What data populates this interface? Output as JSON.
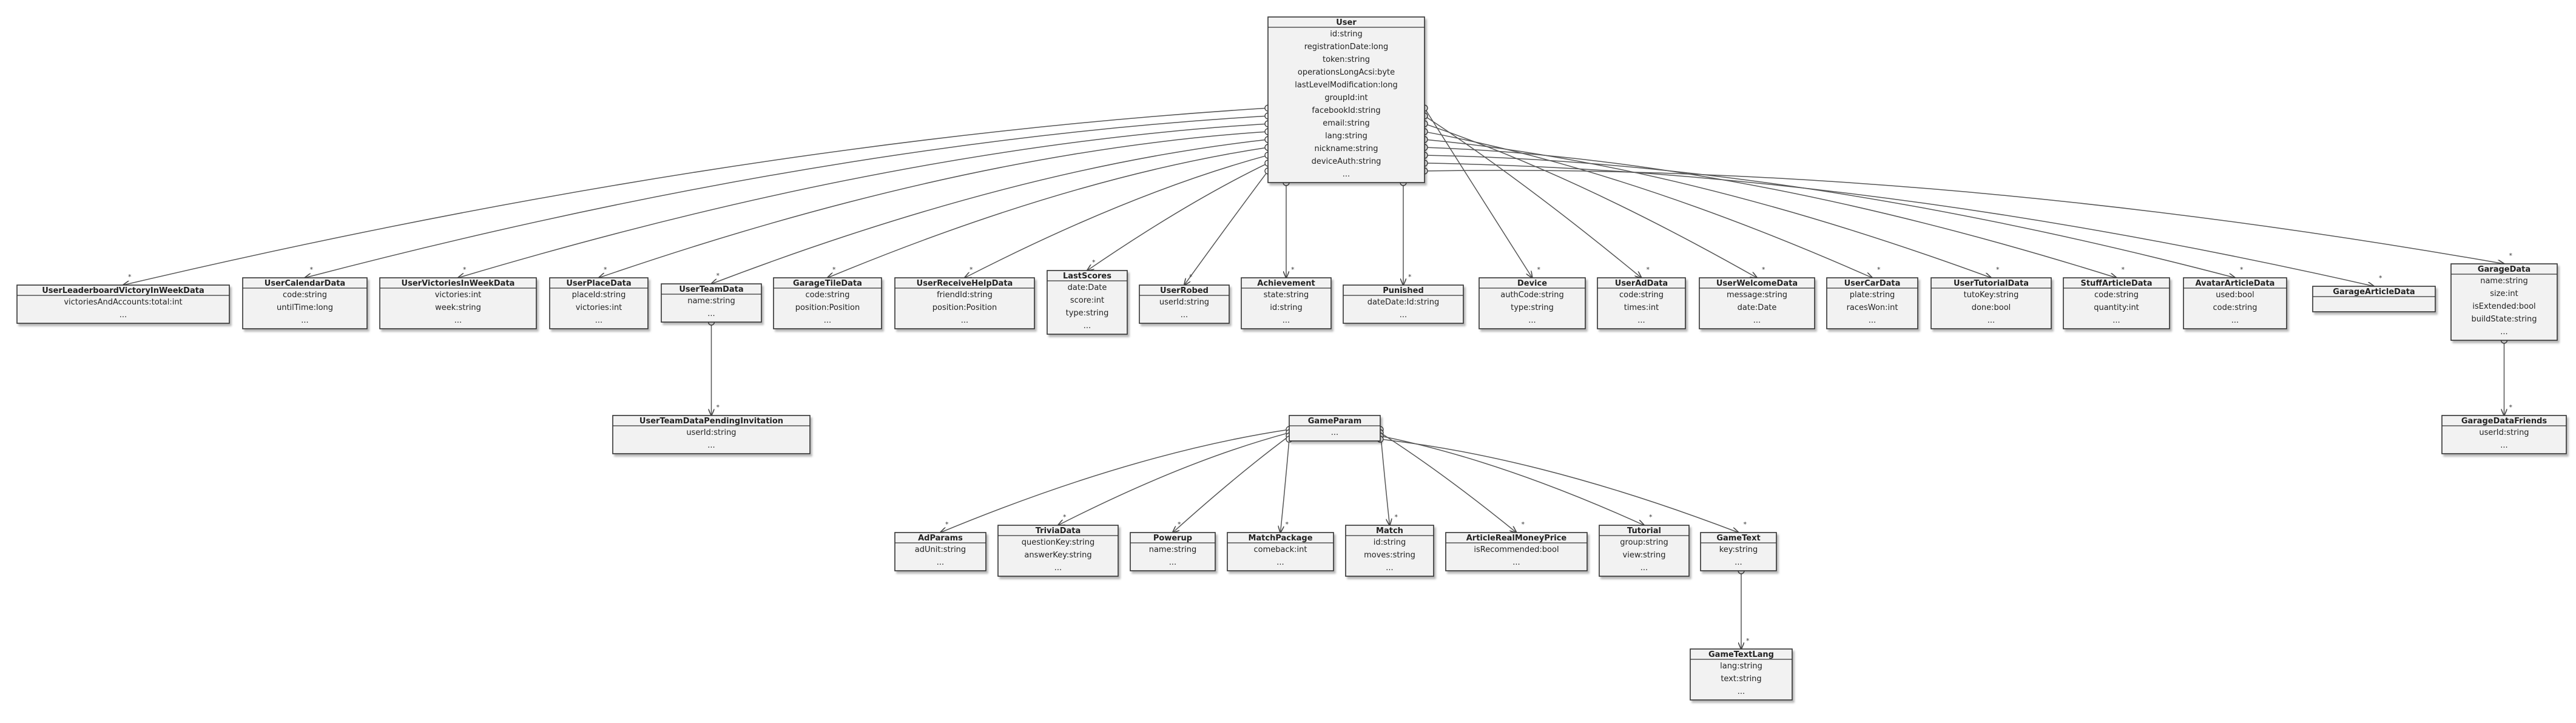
{
  "diagram": {
    "classes": [
      {
        "id": "User",
        "name": "User",
        "attrs": [
          "id:string",
          "registrationDate:long",
          "token:string",
          "operationsLongAcsi:byte",
          "lastLevelModification:long",
          "groupId:int",
          "facebookId:string",
          "email:string",
          "lang:string",
          "nickname:string",
          "deviceAuth:string",
          "..."
        ]
      },
      {
        "id": "UserLeaderboardVictoryInWeekData",
        "name": "UserLeaderboardVictoryInWeekData",
        "attrs": [
          "victoriesAndAccounts:total:int",
          "..."
        ]
      },
      {
        "id": "UserCalendarData",
        "name": "UserCalendarData",
        "attrs": [
          "code:string",
          "untilTime:long",
          "..."
        ]
      },
      {
        "id": "UserVictoriesInWeekData",
        "name": "UserVictoriesInWeekData",
        "attrs": [
          "victories:int",
          "week:string",
          "..."
        ]
      },
      {
        "id": "UserPlaceData",
        "name": "UserPlaceData",
        "attrs": [
          "placeId:string",
          "victories:int",
          "..."
        ]
      },
      {
        "id": "UserTeamData",
        "name": "UserTeamData",
        "attrs": [
          "name:string",
          "..."
        ]
      },
      {
        "id": "GarageTileData",
        "name": "GarageTileData",
        "attrs": [
          "code:string",
          "position:Position",
          "..."
        ]
      },
      {
        "id": "UserReceiveHelpData",
        "name": "UserReceiveHelpData",
        "attrs": [
          "friendId:string",
          "position:Position",
          "..."
        ]
      },
      {
        "id": "LastScores",
        "name": "LastScores",
        "attrs": [
          "date:Date",
          "score:int",
          "type:string",
          "..."
        ]
      },
      {
        "id": "UserRobed",
        "name": "UserRobed",
        "attrs": [
          "userId:string",
          "..."
        ]
      },
      {
        "id": "Achievement",
        "name": "Achievement",
        "attrs": [
          "state:string",
          "id:string",
          "..."
        ]
      },
      {
        "id": "Punished",
        "name": "Punished",
        "attrs": [
          "dateDate:Id:string",
          "..."
        ]
      },
      {
        "id": "Device",
        "name": "Device",
        "attrs": [
          "authCode:string",
          "type:string",
          "..."
        ]
      },
      {
        "id": "UserAdData",
        "name": "UserAdData",
        "attrs": [
          "code:string",
          "times:int",
          "..."
        ]
      },
      {
        "id": "UserWelcomeData",
        "name": "UserWelcomeData",
        "attrs": [
          "message:string",
          "date:Date",
          "..."
        ]
      },
      {
        "id": "UserCarData",
        "name": "UserCarData",
        "attrs": [
          "plate:string",
          "racesWon:int",
          "..."
        ]
      },
      {
        "id": "UserTutorialData",
        "name": "UserTutorialData",
        "attrs": [
          "tutoKey:string",
          "done:bool",
          "..."
        ]
      },
      {
        "id": "StuffArticleData",
        "name": "StuffArticleData",
        "attrs": [
          "code:string",
          "quantity:int",
          "..."
        ]
      },
      {
        "id": "AvatarArticleData",
        "name": "AvatarArticleData",
        "attrs": [
          "used:bool",
          "code:string",
          "..."
        ]
      },
      {
        "id": "GarageArticleData",
        "name": "GarageArticleData",
        "attrs": []
      },
      {
        "id": "GarageData",
        "name": "GarageData",
        "attrs": [
          "name:string",
          "size:int",
          "isExtended:bool",
          "buildState:string",
          "..."
        ]
      },
      {
        "id": "UserTeamDataPendingInvitation",
        "name": "UserTeamDataPendingInvitation",
        "attrs": [
          "userId:string",
          "..."
        ]
      },
      {
        "id": "GarageDataFriends",
        "name": "GarageDataFriends",
        "attrs": [
          "userId:string",
          "..."
        ]
      },
      {
        "id": "GameParam",
        "name": "GameParam",
        "attrs": [
          "..."
        ]
      },
      {
        "id": "AdParams",
        "name": "AdParams",
        "attrs": [
          "adUnit:string",
          "..."
        ]
      },
      {
        "id": "TriviaData",
        "name": "TriviaData",
        "attrs": [
          "questionKey:string",
          "answerKey:string",
          "..."
        ]
      },
      {
        "id": "Powerup",
        "name": "Powerup",
        "attrs": [
          "name:string",
          "..."
        ]
      },
      {
        "id": "MatchPackage",
        "name": "MatchPackage",
        "attrs": [
          "comeback:int",
          "..."
        ]
      },
      {
        "id": "Match",
        "name": "Match",
        "attrs": [
          "id:string",
          "moves:string",
          "..."
        ]
      },
      {
        "id": "ArticleRealMoneyPrice",
        "name": "ArticleRealMoneyPrice",
        "attrs": [
          "isRecommended:bool",
          "..."
        ]
      },
      {
        "id": "Tutorial",
        "name": "Tutorial",
        "attrs": [
          "group:string",
          "view:string",
          "..."
        ]
      },
      {
        "id": "GameText",
        "name": "GameText",
        "attrs": [
          "key:string",
          "..."
        ]
      },
      {
        "id": "GameTextLang",
        "name": "GameTextLang",
        "attrs": [
          "lang:string",
          "text:string",
          "..."
        ]
      }
    ],
    "multiplicity_label": "*"
  }
}
